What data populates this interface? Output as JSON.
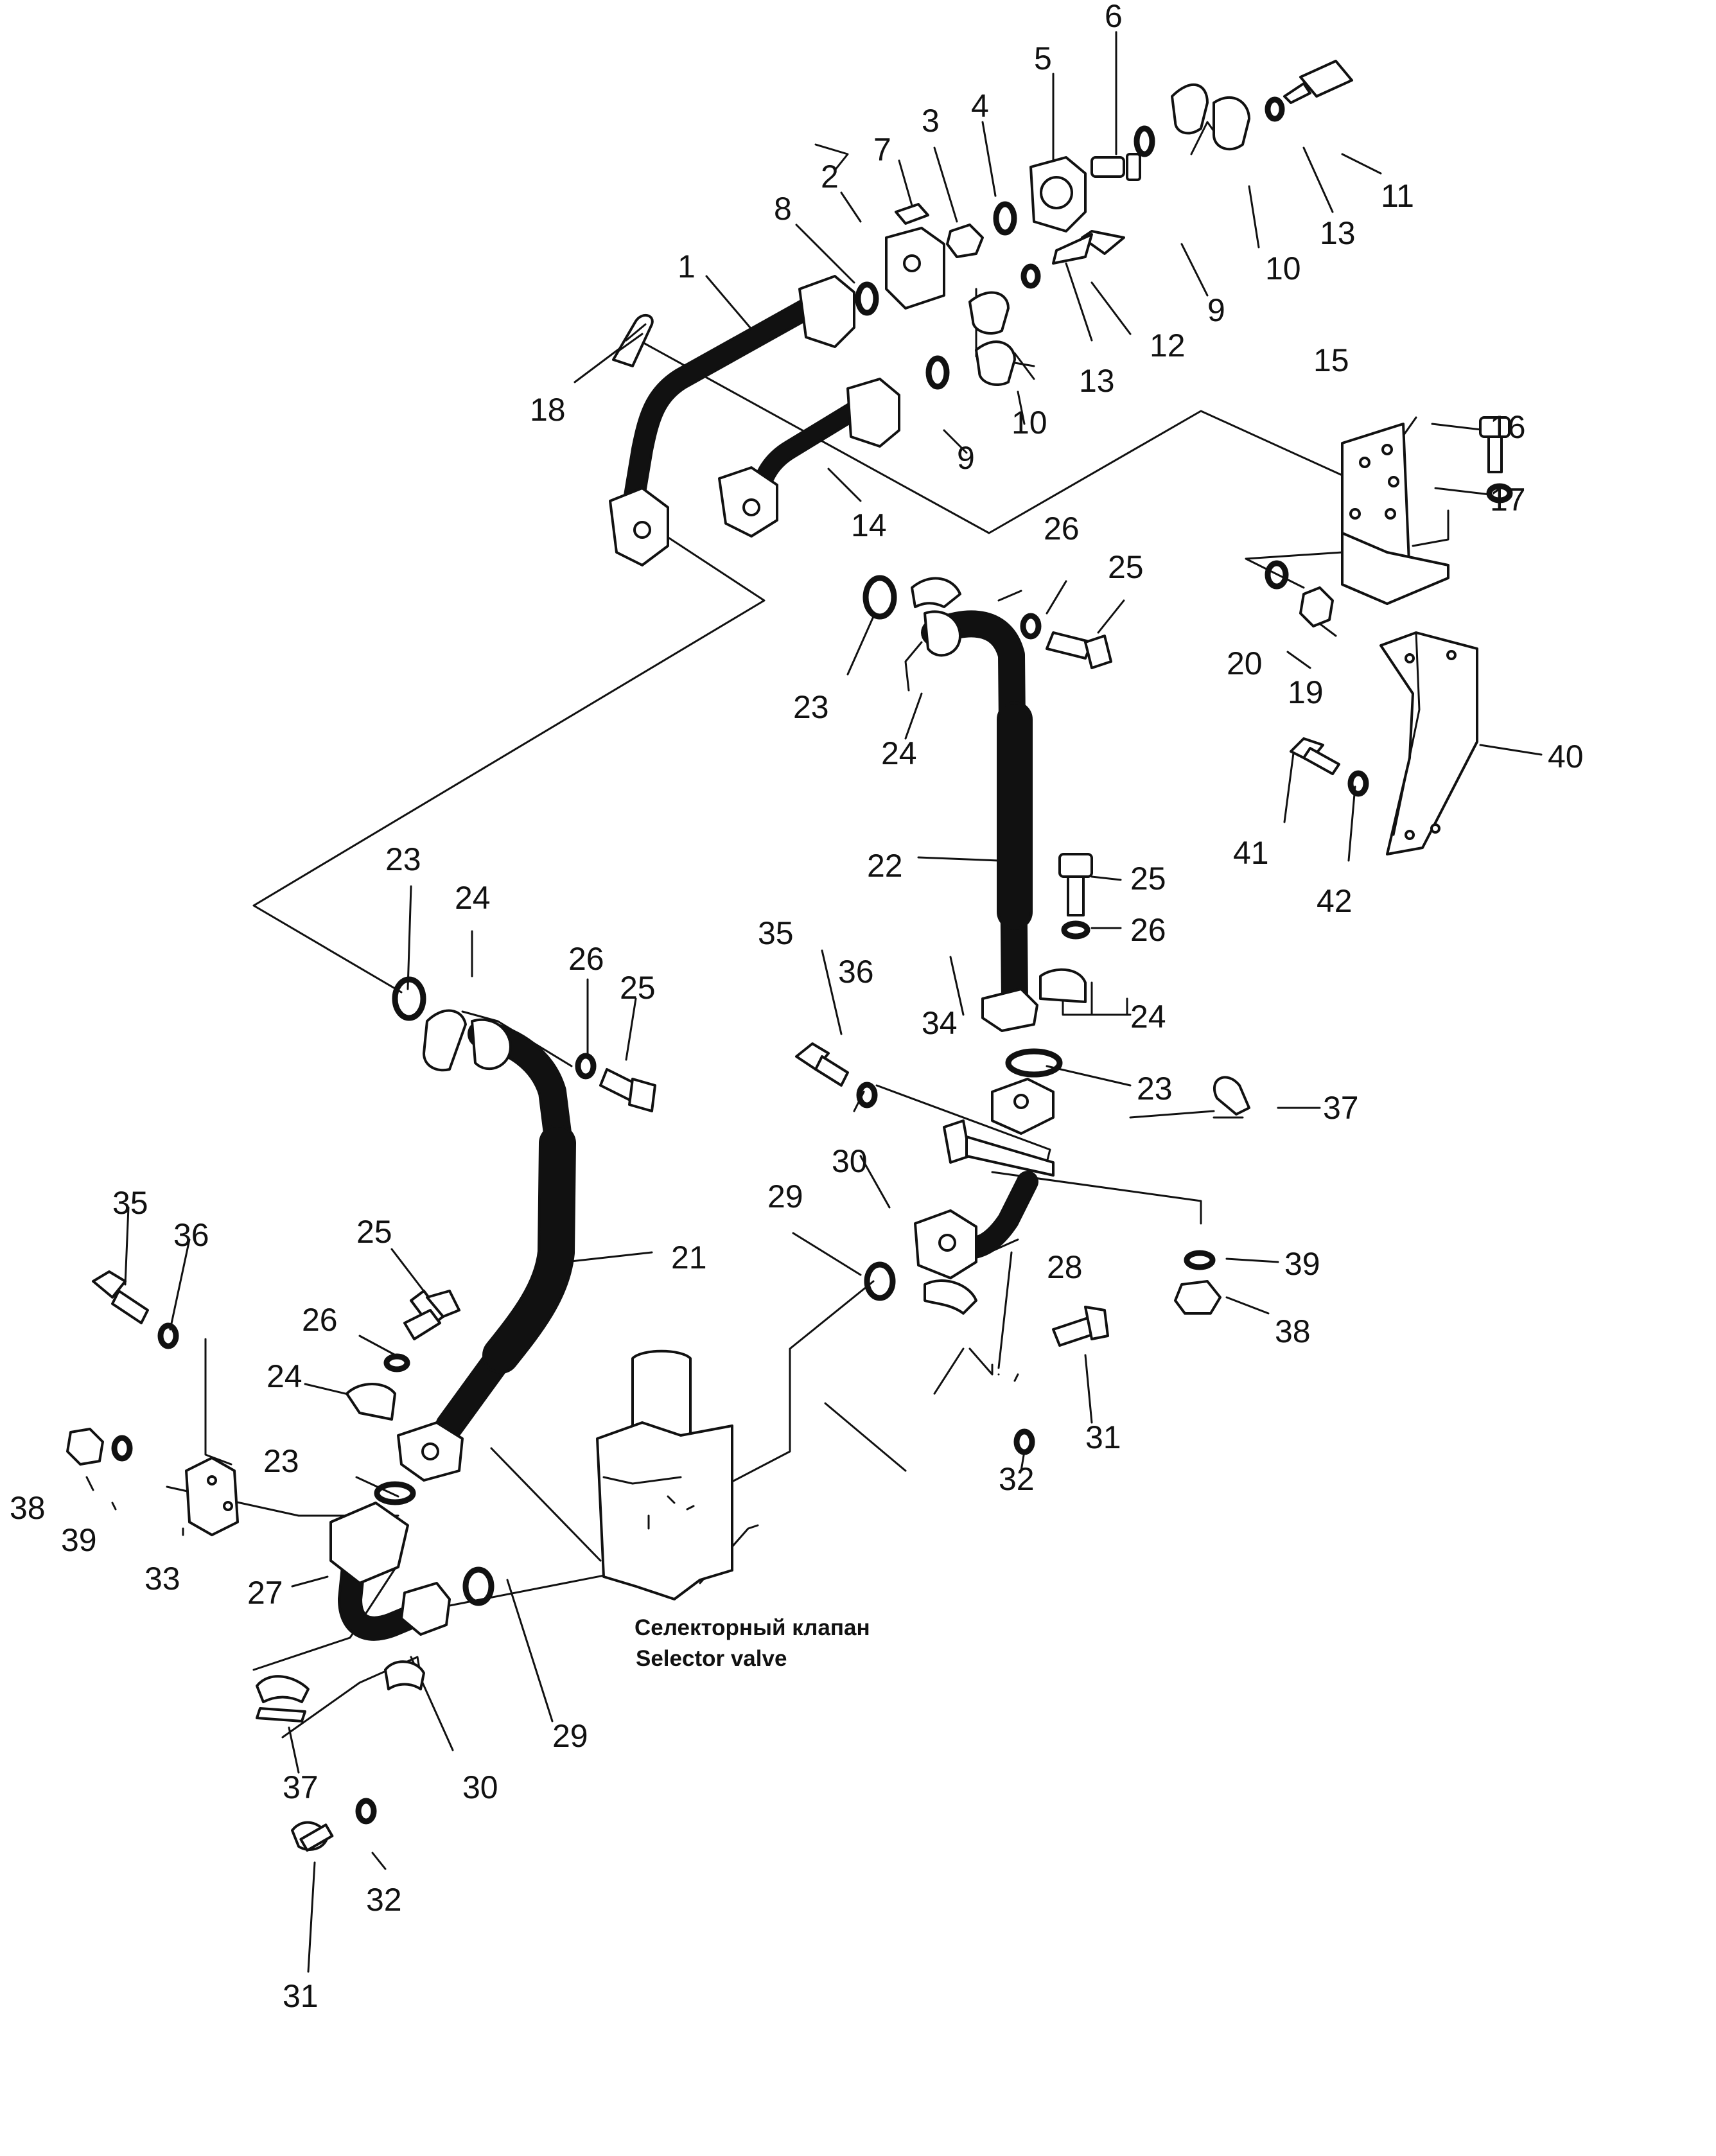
{
  "caption": {
    "line1": "Селекторный клапан",
    "line2": "Selector valve"
  },
  "callouts": [
    {
      "id": "c6",
      "text": "6"
    },
    {
      "id": "c5",
      "text": "5"
    },
    {
      "id": "c4",
      "text": "4"
    },
    {
      "id": "c3",
      "text": "3"
    },
    {
      "id": "c7",
      "text": "7"
    },
    {
      "id": "c2",
      "text": "2"
    },
    {
      "id": "c8",
      "text": "8"
    },
    {
      "id": "c1",
      "text": "1"
    },
    {
      "id": "c11",
      "text": "11"
    },
    {
      "id": "c13a",
      "text": "13"
    },
    {
      "id": "c10a",
      "text": "10"
    },
    {
      "id": "c9a",
      "text": "9"
    },
    {
      "id": "c12",
      "text": "12"
    },
    {
      "id": "c13b",
      "text": "13"
    },
    {
      "id": "c10b",
      "text": "10"
    },
    {
      "id": "c9b",
      "text": "9"
    },
    {
      "id": "c18",
      "text": "18"
    },
    {
      "id": "c14",
      "text": "14"
    },
    {
      "id": "c15",
      "text": "15"
    },
    {
      "id": "c16",
      "text": "16"
    },
    {
      "id": "c17",
      "text": "17"
    },
    {
      "id": "c26a",
      "text": "26"
    },
    {
      "id": "c25a",
      "text": "25"
    },
    {
      "id": "c23a",
      "text": "23"
    },
    {
      "id": "c24a",
      "text": "24"
    },
    {
      "id": "c20",
      "text": "20"
    },
    {
      "id": "c19",
      "text": "19"
    },
    {
      "id": "c40",
      "text": "40"
    },
    {
      "id": "c41",
      "text": "41"
    },
    {
      "id": "c42",
      "text": "42"
    },
    {
      "id": "c22",
      "text": "22"
    },
    {
      "id": "c25b",
      "text": "25"
    },
    {
      "id": "c26b",
      "text": "26"
    },
    {
      "id": "c24b",
      "text": "24"
    },
    {
      "id": "c23b",
      "text": "23"
    },
    {
      "id": "c37a",
      "text": "37"
    },
    {
      "id": "c35a",
      "text": "35"
    },
    {
      "id": "c36a",
      "text": "36"
    },
    {
      "id": "c34",
      "text": "34"
    },
    {
      "id": "c23c",
      "text": "23"
    },
    {
      "id": "c24c",
      "text": "24"
    },
    {
      "id": "c26c",
      "text": "26"
    },
    {
      "id": "c25c",
      "text": "25"
    },
    {
      "id": "c30a",
      "text": "30"
    },
    {
      "id": "c29a",
      "text": "29"
    },
    {
      "id": "c28",
      "text": "28"
    },
    {
      "id": "c39a",
      "text": "39"
    },
    {
      "id": "c38a",
      "text": "38"
    },
    {
      "id": "c21",
      "text": "21"
    },
    {
      "id": "c35b",
      "text": "35"
    },
    {
      "id": "c36b",
      "text": "36"
    },
    {
      "id": "c25d",
      "text": "25"
    },
    {
      "id": "c26d",
      "text": "26"
    },
    {
      "id": "c24d",
      "text": "24"
    },
    {
      "id": "c31a",
      "text": "31"
    },
    {
      "id": "c32a",
      "text": "32"
    },
    {
      "id": "c38b",
      "text": "38"
    },
    {
      "id": "c39b",
      "text": "39"
    },
    {
      "id": "c23d",
      "text": "23"
    },
    {
      "id": "c33",
      "text": "33"
    },
    {
      "id": "c27",
      "text": "27"
    },
    {
      "id": "c29b",
      "text": "29"
    },
    {
      "id": "c37b",
      "text": "37"
    },
    {
      "id": "c30b",
      "text": "30"
    },
    {
      "id": "c32b",
      "text": "32"
    },
    {
      "id": "c31b",
      "text": "31"
    }
  ]
}
